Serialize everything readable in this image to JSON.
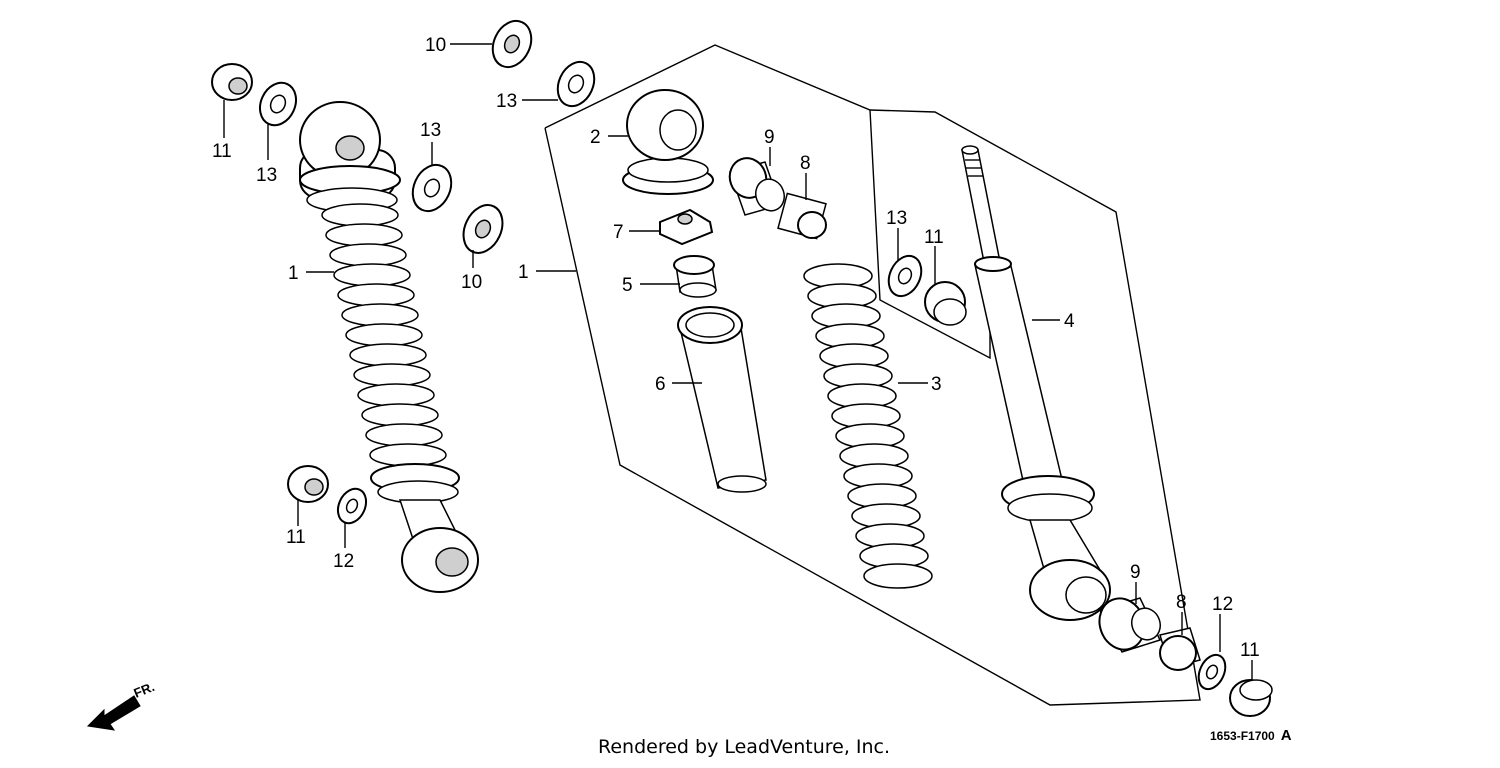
{
  "credit": "Rendered by LeadVenture, Inc.",
  "diagram_code": "1653-F1700",
  "diagram_code_suffix": "A",
  "direction_label": "FR.",
  "callouts": {
    "c10a": "10",
    "c13a": "13",
    "c11a": "11",
    "c13b": "13",
    "c13c": "13",
    "c10b": "10",
    "c1a": "1",
    "c11b": "11",
    "c12a": "12",
    "c2": "2",
    "c9a": "9",
    "c8a": "8",
    "c7": "7",
    "c1b": "1",
    "c5": "5",
    "c6": "6",
    "c13d": "13",
    "c11c": "11",
    "c4": "4",
    "c3": "3",
    "c9b": "9",
    "c8b": "8",
    "c12b": "12",
    "c11d": "11"
  }
}
